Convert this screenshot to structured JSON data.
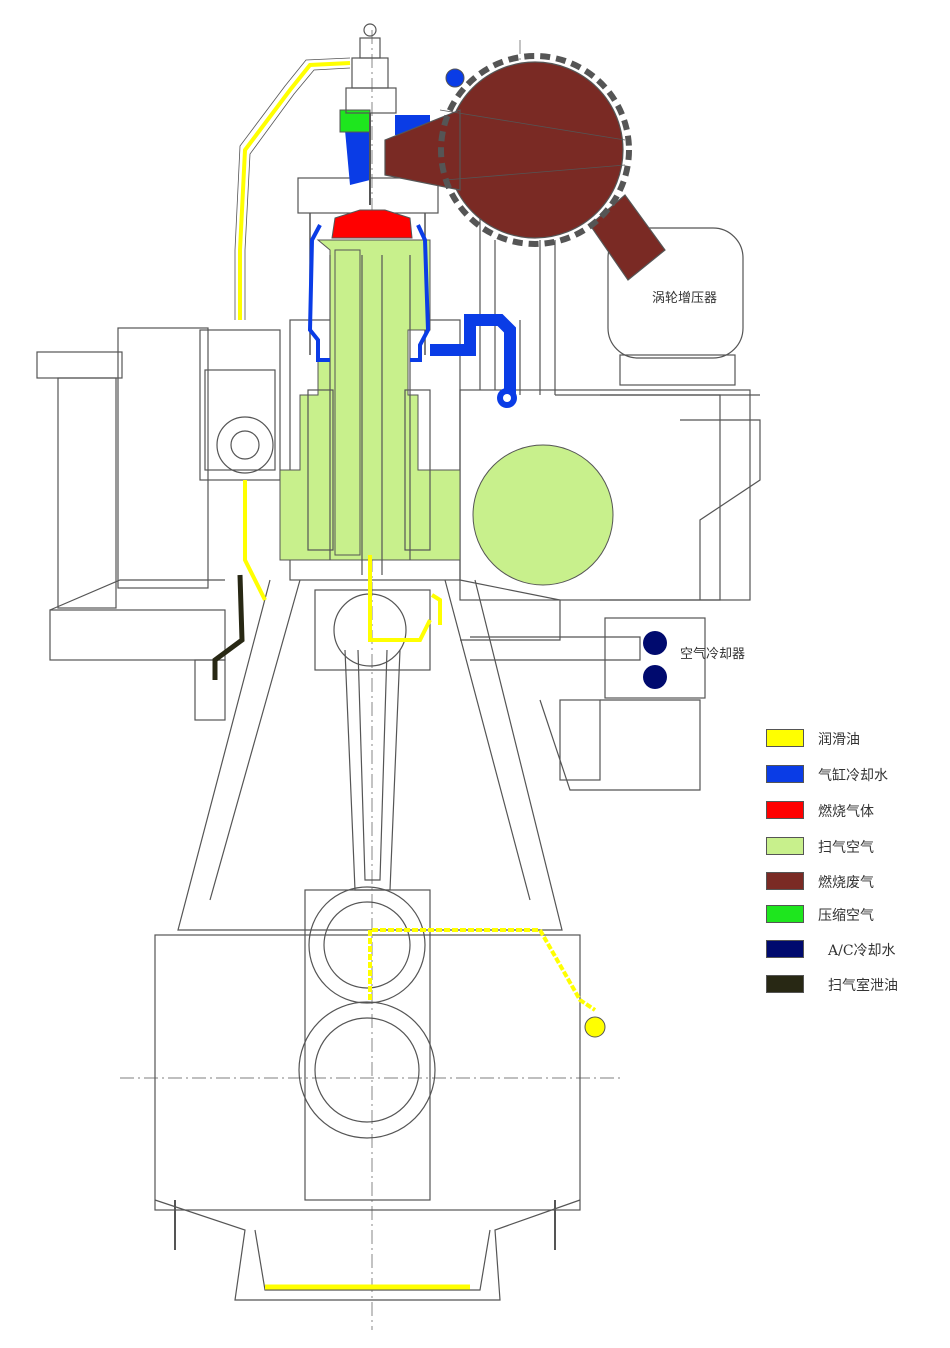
{
  "labels": {
    "turbocharger": "涡轮增压器",
    "air_cooler": "空气冷却器"
  },
  "legend": [
    {
      "label": "润滑油",
      "color": "#ffff00"
    },
    {
      "label": "气缸冷却水",
      "color": "#0a3ce6"
    },
    {
      "label": "燃烧气体",
      "color": "#ff0000"
    },
    {
      "label": "扫气空气",
      "color": "#c8f08c"
    },
    {
      "label": "燃烧废气",
      "color": "#7a2a24"
    },
    {
      "label": "压缩空气",
      "color": "#1ee61e"
    },
    {
      "label": "A/C冷却水",
      "color": "#000a6e"
    },
    {
      "label": "扫气室泄油",
      "color": "#282814"
    }
  ],
  "colors": {
    "line": "#555555",
    "lube_oil": "#ffff00",
    "cooling_water": "#0a3ce6",
    "combustion_gas": "#ff0000",
    "scavenge_air": "#c8f08c",
    "exhaust_gas": "#7a2a24",
    "compressed_air": "#1ee61e",
    "ac_cooling_water": "#000a6e",
    "drain_oil": "#282814"
  }
}
